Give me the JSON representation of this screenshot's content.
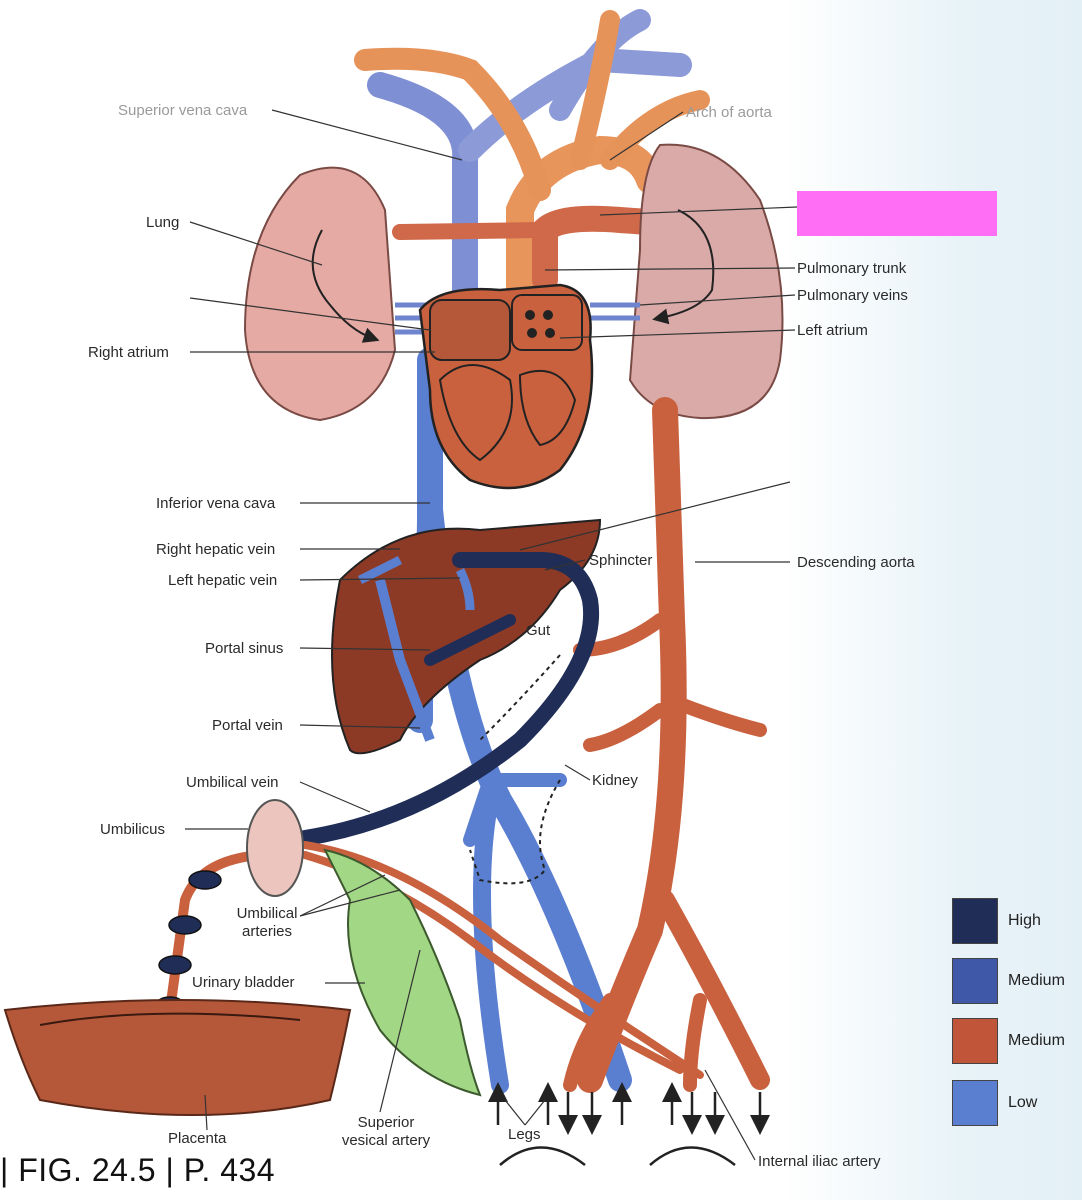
{
  "labels": {
    "superior_vena_cava": "Superior vena cava",
    "arch_of_aorta": "Arch of aorta",
    "lung": "Lung",
    "pulmonary_trunk": "Pulmonary trunk",
    "pulmonary_veins": "Pulmonary veins",
    "left_atrium": "Left atrium",
    "right_atrium": "Right atrium",
    "inferior_vena_cava": "Inferior vena cava",
    "right_hepatic_vein": "Right hepatic vein",
    "left_hepatic_vein": "Left hepatic vein",
    "sphincter": "Sphincter",
    "descending_aorta": "Descending aorta",
    "gut": "Gut",
    "portal_sinus": "Portal sinus",
    "portal_vein": "Portal vein",
    "kidney": "Kidney",
    "umbilical_vein": "Umbilical vein",
    "umbilicus": "Umbilicus",
    "umbilical_arteries_line1": "Umbilical",
    "umbilical_arteries_line2": "arteries",
    "urinary_bladder": "Urinary bladder",
    "superior_vesical_artery_line1": "Superior",
    "superior_vesical_artery_line2": "vesical artery",
    "placenta": "Placenta",
    "legs": "Legs",
    "internal_iliac_artery": "Internal iliac artery"
  },
  "legend": {
    "items": [
      {
        "label": "High",
        "color": "#1f2d57"
      },
      {
        "label": "Medium",
        "color": "#3f58a8"
      },
      {
        "label": "Medium",
        "color": "#c0553a"
      },
      {
        "label": "Low",
        "color": "#5b7fd0"
      }
    ]
  },
  "caption": "| FIG. 24.5 | P. 434",
  "colors": {
    "artery": "#c9613f",
    "artery_dark": "#a8482c",
    "vein_low": "#5b7fd0",
    "vein_high": "#1f2d57",
    "lung": "#e3a9a2",
    "liver": "#8c3a26",
    "heart": "#c9613f",
    "bladder": "#9bd27a",
    "placenta": "#b5583a",
    "redaction": "#ff6ef5"
  }
}
